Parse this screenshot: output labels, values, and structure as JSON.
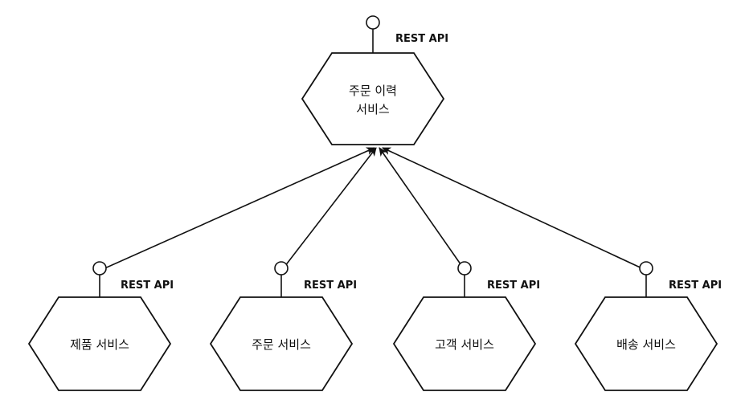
{
  "top_service": {
    "name_line1": "주문 이력",
    "name_line2": "서비스",
    "interface": "REST API"
  },
  "bottom_services": [
    {
      "name": "제품 서비스",
      "interface": "REST API"
    },
    {
      "name": "주문 서비스",
      "interface": "REST API"
    },
    {
      "name": "고객 서비스",
      "interface": "REST API"
    },
    {
      "name": "배송 서비스",
      "interface": "REST API"
    }
  ]
}
